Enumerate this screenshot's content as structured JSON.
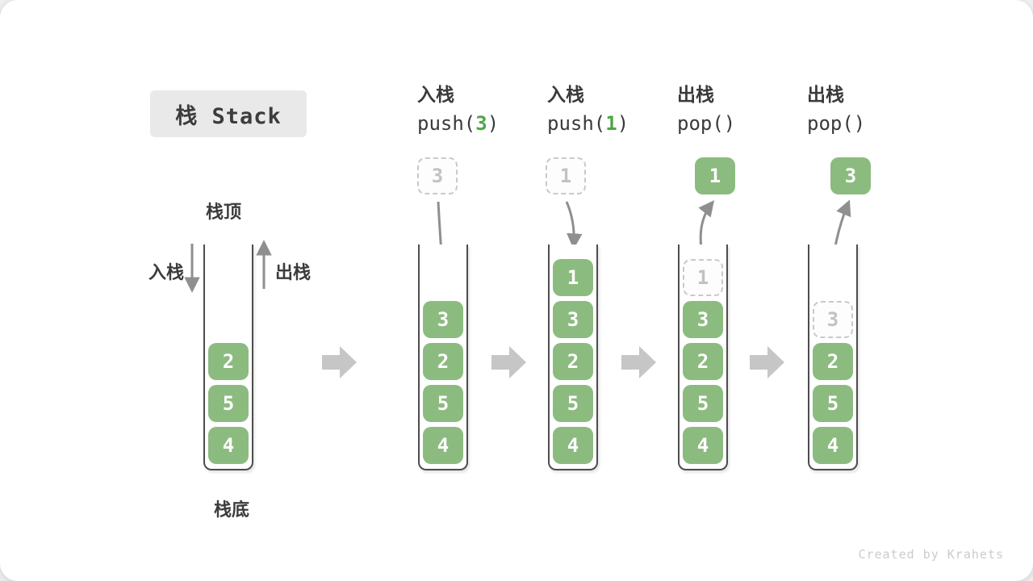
{
  "title": "栈 Stack",
  "watermark": "Created by Krahets",
  "colors": {
    "item_green": "#8cbb80",
    "arg_green": "#4fa548",
    "thin_arrow_gray": "#8f8f8f",
    "chevron_gray": "#c6c6c6",
    "title_bg": "#e9e9e9"
  },
  "initial_stack": {
    "top_label": "栈顶",
    "bottom_label": "栈底",
    "push_label": "入栈",
    "pop_label": "出栈",
    "items": [
      {
        "v": "2"
      },
      {
        "v": "5"
      },
      {
        "v": "4"
      }
    ]
  },
  "operations": [
    {
      "op": "入栈",
      "call_pre": "push(",
      "arg": "3",
      "call_post": ")",
      "floating": {
        "v": "3",
        "variant": "dashed"
      },
      "items": [
        {
          "v": "3"
        },
        {
          "v": "2"
        },
        {
          "v": "5"
        },
        {
          "v": "4"
        }
      ]
    },
    {
      "op": "入栈",
      "call_pre": "push(",
      "arg": "1",
      "call_post": ")",
      "floating": {
        "v": "1",
        "variant": "dashed"
      },
      "items": [
        {
          "v": "1"
        },
        {
          "v": "3"
        },
        {
          "v": "2"
        },
        {
          "v": "5"
        },
        {
          "v": "4"
        }
      ]
    },
    {
      "op": "出栈",
      "call_pre": "pop(",
      "arg": "",
      "call_post": ")",
      "floating": {
        "v": "1",
        "variant": "solid"
      },
      "items": [
        {
          "v": "1",
          "variant": "dashed"
        },
        {
          "v": "3"
        },
        {
          "v": "2"
        },
        {
          "v": "5"
        },
        {
          "v": "4"
        }
      ]
    },
    {
      "op": "出栈",
      "call_pre": "pop(",
      "arg": "",
      "call_post": ")",
      "floating": {
        "v": "3",
        "variant": "solid"
      },
      "items": [
        {
          "v": "3",
          "variant": "dashed"
        },
        {
          "v": "2"
        },
        {
          "v": "5"
        },
        {
          "v": "4"
        }
      ]
    }
  ]
}
